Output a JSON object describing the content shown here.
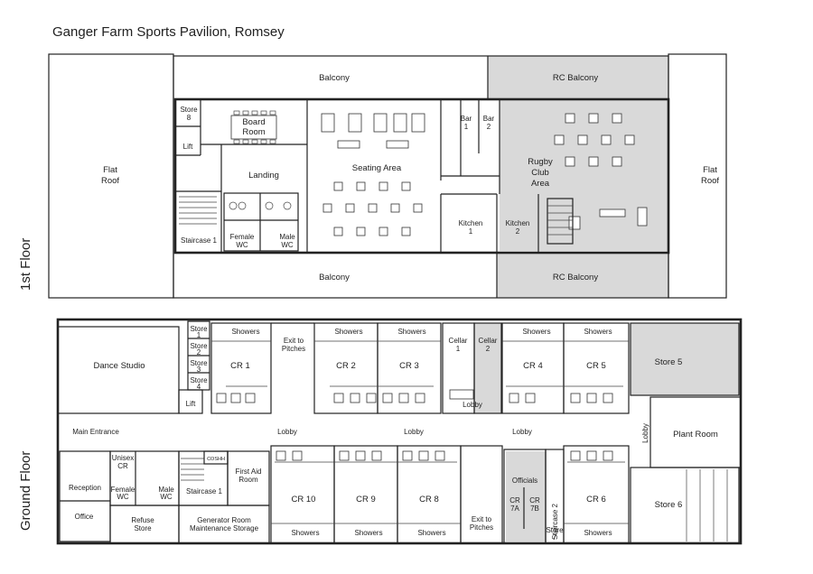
{
  "title": "Ganger Farm Sports Pavilion, Romsey",
  "floors": {
    "first": {
      "label": "1st Floor",
      "rooms": {
        "balcony_top": "Balcony",
        "rc_balcony_top": "RC Balcony",
        "flat_roof_left": [
          "Flat",
          "Roof"
        ],
        "flat_roof_right": [
          "Flat",
          "Roof"
        ],
        "store8": [
          "Store",
          "8"
        ],
        "board_room": [
          "Board",
          "Room"
        ],
        "lift": "Lift",
        "landing": "Landing",
        "seating_area": "Seating Area",
        "bar1": [
          "Bar",
          "1"
        ],
        "bar2": [
          "Bar",
          "2"
        ],
        "rugby_club_area": [
          "Rugby",
          "Club",
          "Area"
        ],
        "kitchen1": [
          "Kitchen",
          "1"
        ],
        "kitchen2": [
          "Kitchen",
          "2"
        ],
        "staircase1": "Staircase 1",
        "female_wc": [
          "Female",
          "WC"
        ],
        "male_wc": [
          "Male",
          "WC"
        ],
        "balcony_bottom": "Balcony",
        "rc_balcony_bottom": "RC Balcony"
      }
    },
    "ground": {
      "label": "Ground Floor",
      "rooms": {
        "dance_studio": "Dance Studio",
        "store1": [
          "Store",
          "1"
        ],
        "store2": [
          "Store",
          "2"
        ],
        "store3": [
          "Store",
          "3"
        ],
        "store4": [
          "Store",
          "4"
        ],
        "lift": "Lift",
        "showers": "Showers",
        "cr1": "CR 1",
        "exit_top": [
          "Exit to",
          "Pitches"
        ],
        "cr2": "CR 2",
        "cr3": "CR 3",
        "cellar1": [
          "Cellar",
          "1"
        ],
        "cellar2": [
          "Cellar",
          "2"
        ],
        "cr4": "CR 4",
        "cr5": "CR 5",
        "store5": "Store 5",
        "main_entrance": "Main Entrance",
        "lobby_left": "Lobby",
        "lobby_mid": "Lobby",
        "lobby_cellar": "Lobby",
        "lobby_right": "Lobby",
        "lobby_vertical": "Lobby",
        "plant_room": "Plant Room",
        "unisex": [
          "Unisex",
          "CR"
        ],
        "coshh": "COSHH",
        "first_aid": [
          "First Aid",
          "Room"
        ],
        "reception": "Reception",
        "office": "Office",
        "female_wc": [
          "Female",
          "WC"
        ],
        "male_wc": [
          "Male",
          "WC"
        ],
        "staircase1": "Staircase 1",
        "cr10": "CR 10",
        "cr9": "CR 9",
        "cr8": "CR 8",
        "officials": "Officials",
        "cr7a": [
          "CR",
          "7A"
        ],
        "cr7b": [
          "CR",
          "7B"
        ],
        "staircase2": "Staircase 2",
        "store7": [
          "Store",
          "7"
        ],
        "cr6": "CR 6",
        "store6": "Store 6",
        "refuse_store": [
          "Refuse",
          "Store"
        ],
        "generator_room": [
          "Generator Room",
          "Maintenance Storage"
        ],
        "exit_bottom": [
          "Exit to",
          "Pitches"
        ]
      }
    }
  }
}
